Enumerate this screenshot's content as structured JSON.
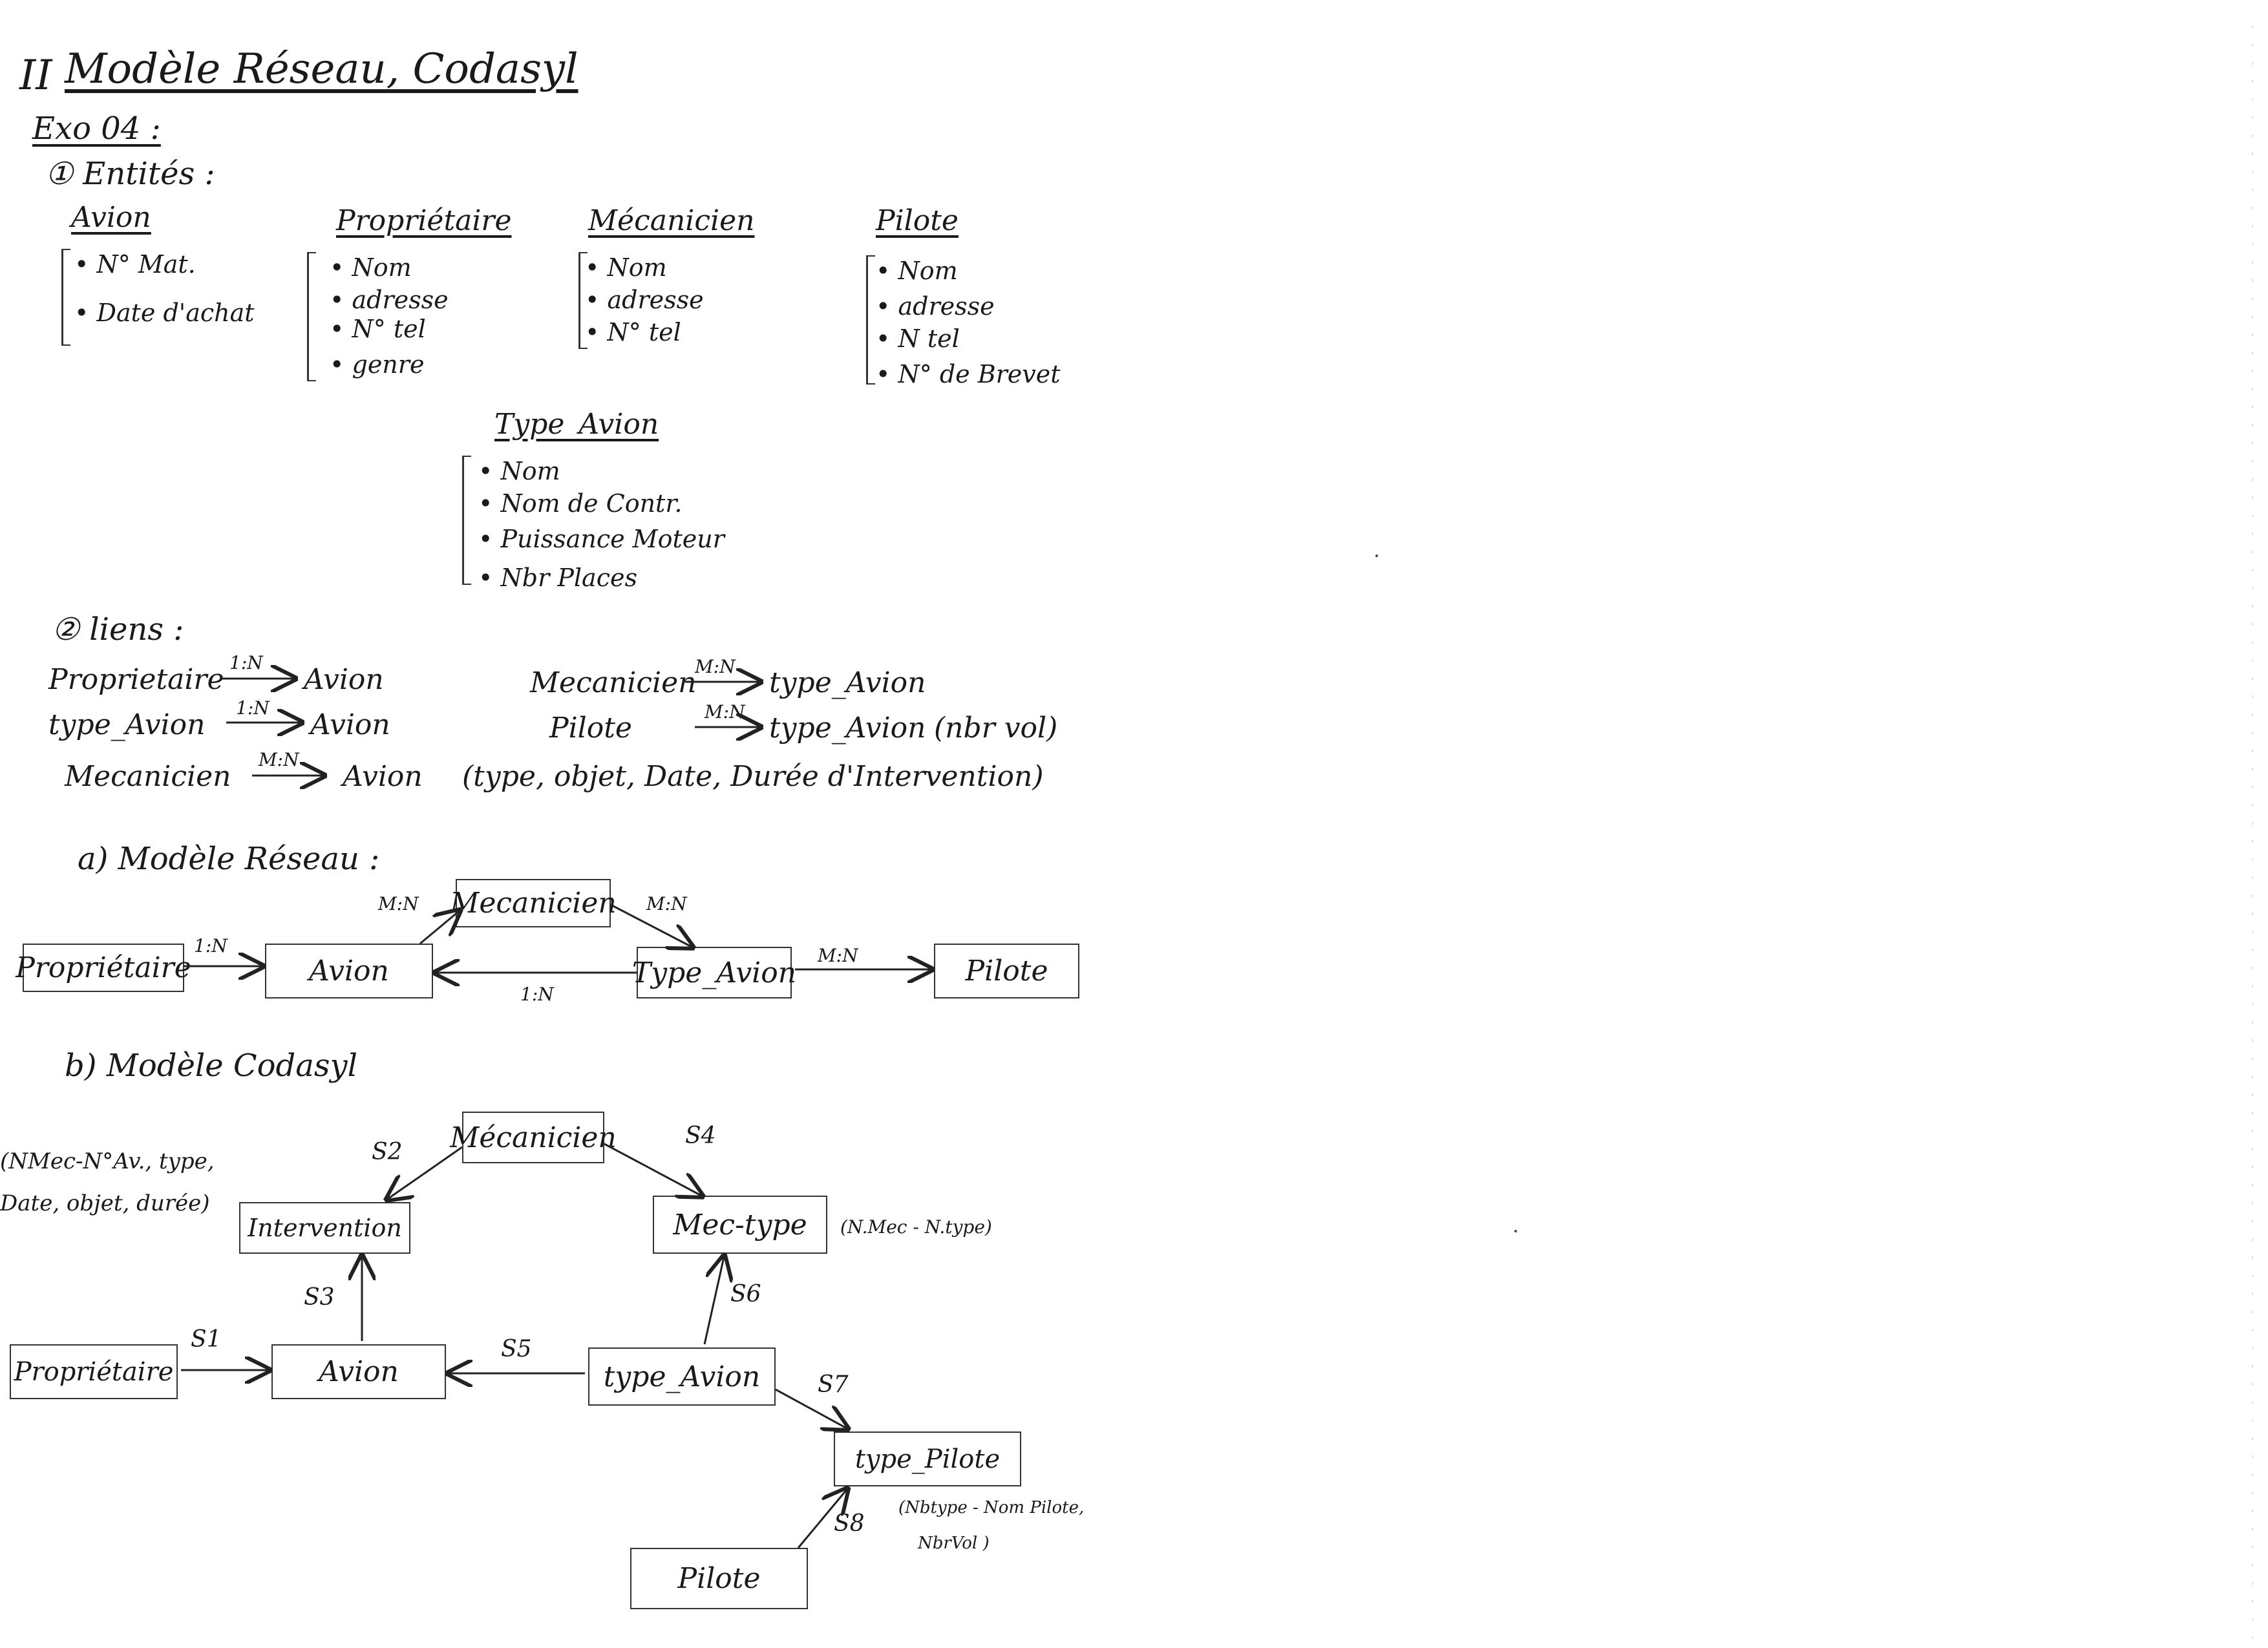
{
  "header": {
    "roman": "II",
    "title": "Modèle Réseau, Codasyl",
    "exo": "Exo 04 :",
    "entites_heading": "① Entités :"
  },
  "entities": {
    "avion": {
      "name": "Avion",
      "attrs": [
        "• N° Mat.",
        "• Date d'achat"
      ]
    },
    "proprietaire": {
      "name": "Propriétaire",
      "attrs": [
        "• Nom",
        "• adresse",
        "• N° tel",
        "• genre"
      ]
    },
    "mecanicien": {
      "name": "Mécanicien",
      "attrs": [
        "• Nom",
        "• adresse",
        "• N° tel"
      ]
    },
    "pilote": {
      "name": "Pilote",
      "attrs": [
        "• Nom",
        "• adresse",
        "• N tel",
        "• N° de Brevet"
      ]
    },
    "type_avion": {
      "name": "Type_Avion",
      "attrs": [
        "• Nom",
        "• Nom de Contr.",
        "• Puissance Moteur",
        "• Nbr Places"
      ]
    }
  },
  "liens": {
    "heading": "② liens :",
    "rows": [
      {
        "left": "Proprietaire",
        "card": "1:N",
        "right": "Avion"
      },
      {
        "left": "type_Avion",
        "card": "1:N",
        "right": "Avion"
      },
      {
        "left": "Mecanicien",
        "card": "M:N",
        "right": "Avion",
        "extra": "(type, objet, Date, Durée d'Intervention)"
      },
      {
        "left": "Mecanicien",
        "card": "M:N",
        "right": "type_Avion"
      },
      {
        "left": "Pilote",
        "card": "M:N",
        "right": "type_Avion",
        "extra": "(nbr vol)"
      }
    ]
  },
  "reseau": {
    "heading": "a) Modèle Réseau :",
    "boxes": {
      "mecanicien": "Mecanicien",
      "proprietaire": "Propriétaire",
      "avion": "Avion",
      "type_avion": "Type_Avion",
      "pilote": "Pilote"
    },
    "cards": {
      "mec_avion": "M:N",
      "mec_type": "M:N",
      "prop_avion": "1:N",
      "avion_type": "1:N",
      "type_pilote": "M:N"
    }
  },
  "codasyl": {
    "heading": "b) Modèle Codasyl",
    "boxes": {
      "mecanicien": "Mécanicien",
      "intervention": "Intervention",
      "mec_type": "Mec-type",
      "proprietaire": "Propriétaire",
      "avion": "Avion",
      "type_avion": "type_Avion",
      "type_pilote": "type_Pilote",
      "pilote": "Pilote"
    },
    "sets": {
      "s1": "S1",
      "s2": "S2",
      "s3": "S3",
      "s4": "S4",
      "s5": "S5",
      "s6": "S6",
      "s7": "S7",
      "s8": "S8"
    },
    "notes": {
      "intervention_1": "(NMec-N°Av., type,",
      "intervention_2": "Date, objet, durée)",
      "mec_type": "(N.Mec - N.type)",
      "type_pilote_1": "(Nbtype - Nom Pilote,",
      "type_pilote_2": "NbrVol )"
    }
  }
}
